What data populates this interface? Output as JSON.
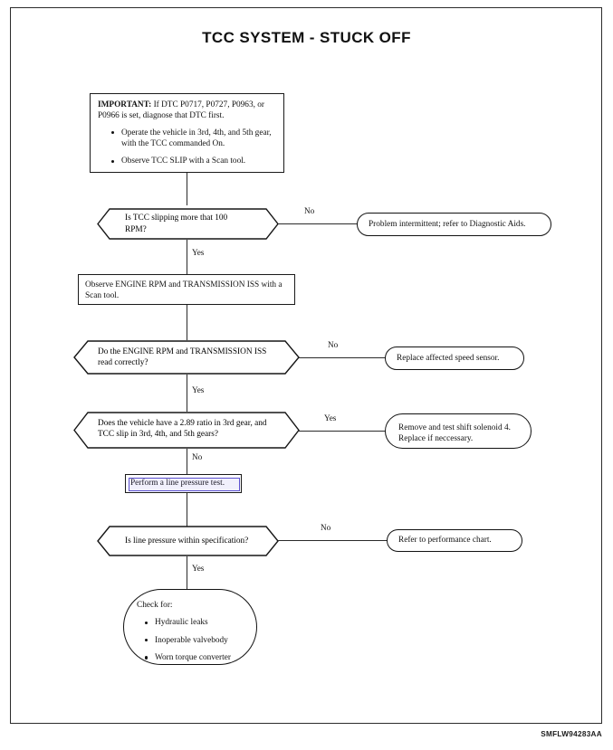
{
  "document": {
    "title": "TCC SYSTEM - STUCK OFF",
    "figure_code": "SMFLW94283AA"
  },
  "chart_data": {
    "type": "diagram",
    "diagram_kind": "flowchart",
    "title": "TCC SYSTEM - STUCK OFF",
    "orientation": "top-to-bottom with right-side branches",
    "nodes": [
      {
        "id": "important-note",
        "shape": "rectangle",
        "lead": "IMPORTANT:",
        "text": "If DTC P0717, P0727, P0963, or P0966 is set, diagnose that DTC first.",
        "bullets": [
          "Operate the vehicle in 3rd, 4th, and 5th gear, with the TCC commanded On.",
          "Observe TCC SLIP with a Scan tool."
        ]
      },
      {
        "id": "decision-tcc-slip",
        "shape": "hexagon",
        "text": "Is TCC slipping more that 100 RPM?"
      },
      {
        "id": "terminal-problem-intermittent",
        "shape": "stadium",
        "text": "Problem intermittent; refer to Diagnostic Aids."
      },
      {
        "id": "process-observe-rpm-iss",
        "shape": "rectangle",
        "text": "Observe ENGINE RPM and TRANSMISSION ISS with a Scan tool."
      },
      {
        "id": "decision-rpm-iss-read",
        "shape": "hexagon",
        "text": "Do the ENGINE RPM and TRANSMISSION ISS read correctly?"
      },
      {
        "id": "terminal-replace-speed-sensor",
        "shape": "stadium",
        "text": "Replace affected speed sensor."
      },
      {
        "id": "decision-ratio-289",
        "shape": "hexagon",
        "text": "Does the vehicle have a 2.89 ratio in 3rd gear, and TCC slip in 3rd, 4th, and 5th gears?"
      },
      {
        "id": "terminal-shift-solenoid",
        "shape": "stadium",
        "text": "Remove and test shift solenoid 4. Replace if neccessary."
      },
      {
        "id": "process-line-pressure-test",
        "shape": "rectangle",
        "text": "Perform a line pressure test.",
        "selected": true
      },
      {
        "id": "decision-line-pressure-spec",
        "shape": "hexagon",
        "text": "Is line pressure within specification?"
      },
      {
        "id": "terminal-performance-chart",
        "shape": "stadium",
        "text": "Refer to performance chart."
      },
      {
        "id": "terminal-check-for",
        "shape": "stadium",
        "text": "Check for:",
        "bullets": [
          "Hydraulic leaks",
          "Inoperable valvebody",
          "Worn torque converter"
        ]
      }
    ],
    "edges": [
      {
        "from": "important-note",
        "to": "decision-tcc-slip",
        "label": ""
      },
      {
        "from": "decision-tcc-slip",
        "to": "terminal-problem-intermittent",
        "label": "No"
      },
      {
        "from": "decision-tcc-slip",
        "to": "process-observe-rpm-iss",
        "label": "Yes"
      },
      {
        "from": "process-observe-rpm-iss",
        "to": "decision-rpm-iss-read",
        "label": ""
      },
      {
        "from": "decision-rpm-iss-read",
        "to": "terminal-replace-speed-sensor",
        "label": "No"
      },
      {
        "from": "decision-rpm-iss-read",
        "to": "decision-ratio-289",
        "label": "Yes"
      },
      {
        "from": "decision-ratio-289",
        "to": "terminal-shift-solenoid",
        "label": "Yes"
      },
      {
        "from": "decision-ratio-289",
        "to": "process-line-pressure-test",
        "label": "No"
      },
      {
        "from": "process-line-pressure-test",
        "to": "decision-line-pressure-spec",
        "label": ""
      },
      {
        "from": "decision-line-pressure-spec",
        "to": "terminal-performance-chart",
        "label": "No"
      },
      {
        "from": "decision-line-pressure-spec",
        "to": "terminal-check-for",
        "label": "Yes"
      }
    ]
  },
  "important_note": {
    "lead": "IMPORTANT:",
    "body": "If DTC P0717, P0727, P0963, or P0966 is set, diagnose that DTC first.",
    "bullet_1": "Operate the vehicle in 3rd, 4th, and 5th gear, with the TCC commanded On.",
    "bullet_2": "Observe TCC SLIP with a Scan tool."
  },
  "steps": {
    "d1": "Is TCC slipping more that 100 RPM?",
    "t1": "Problem intermittent; refer to Diagnostic Aids.",
    "p1": "Observe ENGINE RPM and TRANSMISSION ISS with a Scan tool.",
    "d2": "Do the ENGINE RPM and TRANSMISSION ISS read correctly?",
    "t2": "Replace affected speed sensor.",
    "d3_line1": "Does the vehicle have a 2.89 ratio in 3rd gear, and",
    "d3_line2": "TCC slip in 3rd, 4th, and 5th gears?",
    "t3_line1": "Remove and test shift solenoid 4.",
    "t3_line2": "Replace if neccessary.",
    "p2": "Perform a line pressure test.",
    "d4": "Is line pressure within specification?",
    "t4": "Refer to performance chart.",
    "t5_head": "Check for:",
    "t5_b1": "Hydraulic leaks",
    "t5_b2": "Inoperable valvebody",
    "t5_b3": "Worn torque converter"
  },
  "labels": {
    "no_1": "No",
    "yes_1": "Yes",
    "no_2": "No",
    "yes_2": "Yes",
    "yes_3": "Yes",
    "no_3": "No",
    "no_4": "No",
    "yes_4": "Yes"
  }
}
